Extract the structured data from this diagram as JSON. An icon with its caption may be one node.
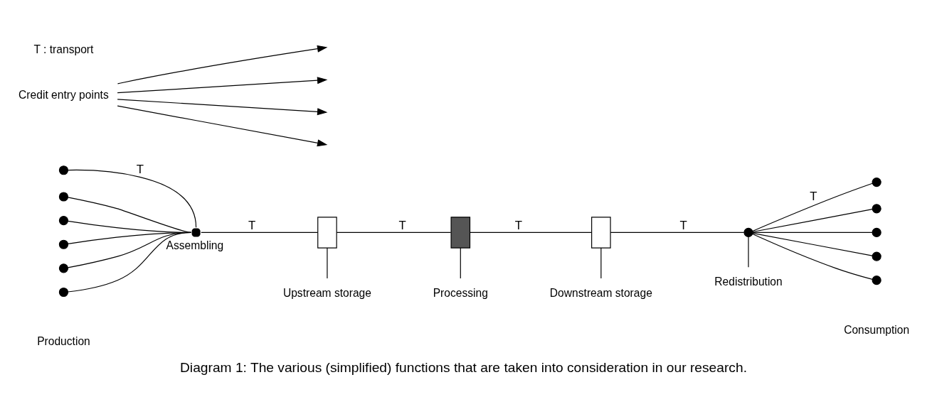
{
  "diagram": {
    "caption": "Diagram 1: The various (simplified) functions that are taken into consideration in our research.",
    "nodes": [
      {
        "text": [],
        "shape": "circle"
      },
      {
        "text": [],
        "shape": "circle"
      },
      {
        "text": [],
        "shape": "circle"
      },
      {
        "text": [],
        "shape": "circle"
      },
      {
        "text": [],
        "shape": "circle"
      },
      {
        "text": [],
        "shape": "circle"
      },
      {
        "text": [],
        "shape": "circle",
        "beside": [
          "Assembling"
        ]
      },
      {
        "text": [],
        "shape": "box"
      },
      {
        "text": [],
        "shape": "box"
      },
      {
        "text": [],
        "shape": "box"
      },
      {
        "text": [],
        "shape": "circle"
      },
      {
        "text": [],
        "shape": "circle"
      },
      {
        "text": [],
        "shape": "circle"
      },
      {
        "text": [],
        "shape": "circle"
      },
      {
        "text": [],
        "shape": "circle"
      },
      {
        "text": [],
        "shape": "circle"
      },
      {
        "text": [
          "Upstream storage"
        ]
      },
      {
        "text": [
          "Processing"
        ]
      },
      {
        "text": [
          "Downstream storage"
        ]
      },
      {
        "text": [
          "Redistribution"
        ]
      },
      {
        "text": [
          "Credit entry points"
        ]
      }
    ],
    "edges": [
      {
        "from": 0,
        "to": 6,
        "arrow": "none",
        "label": "T"
      },
      {
        "from": 1,
        "to": 6,
        "arrow": "none"
      },
      {
        "from": 2,
        "to": 6,
        "arrow": "none"
      },
      {
        "from": 3,
        "to": 6,
        "arrow": "none"
      },
      {
        "from": 4,
        "to": 6,
        "arrow": "none"
      },
      {
        "from": 5,
        "to": 6,
        "arrow": "none"
      },
      {
        "from": 6,
        "to": 7,
        "arrow": "none",
        "label": "T"
      },
      {
        "from": 7,
        "to": 8,
        "arrow": "none",
        "label": "T"
      },
      {
        "from": 8,
        "to": 9,
        "arrow": "none",
        "label": "T"
      },
      {
        "from": 9,
        "to": 10,
        "arrow": "none",
        "label": "T"
      },
      {
        "from": 10,
        "to": 11,
        "arrow": "none",
        "label": "T"
      },
      {
        "from": 10,
        "to": 12,
        "arrow": "none"
      },
      {
        "from": 10,
        "to": 13,
        "arrow": "none"
      },
      {
        "from": 10,
        "to": 14,
        "arrow": "none"
      },
      {
        "from": 10,
        "to": 15,
        "arrow": "none"
      },
      {
        "from": 16,
        "to": 7,
        "arrow": "none"
      },
      {
        "from": 17,
        "to": 8,
        "arrow": "none"
      },
      {
        "from": 18,
        "to": 9,
        "arrow": "none"
      },
      {
        "from": 19,
        "to": 10,
        "arrow": "none"
      },
      {
        "from": 20,
        "to": null,
        "arrow": "to"
      },
      {
        "from": 20,
        "to": null,
        "arrow": "to"
      },
      {
        "from": 20,
        "to": null,
        "arrow": "to"
      },
      {
        "from": 20,
        "to": null,
        "arrow": "to"
      }
    ],
    "labels": [
      "Production",
      "Consumption",
      "T : transport"
    ]
  }
}
